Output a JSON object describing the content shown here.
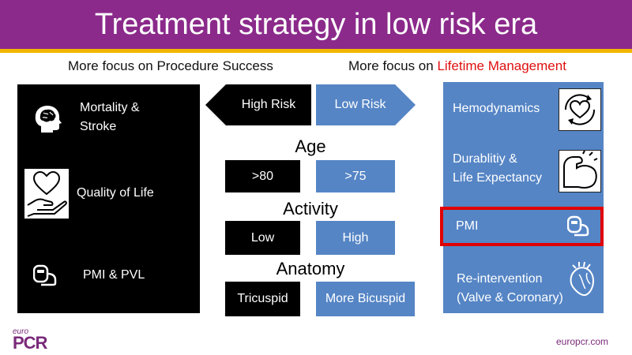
{
  "title": "Treatment strategy in low risk era",
  "colors": {
    "title_bg": "#8b2a8b",
    "accent": "#f2b700",
    "left_panel": "#000000",
    "right_panel": "#5585c5",
    "highlight": "#e00000"
  },
  "subheads": {
    "left": "More focus on Procedure Success",
    "right_prefix": "More focus on ",
    "right_highlight": "Lifetime Management"
  },
  "left_panel": {
    "items": [
      {
        "label_line1": "Mortality &",
        "label_line2": "Stroke",
        "icon": "brain-head-icon"
      },
      {
        "label": "Quality of Life",
        "icon": "heart-hand-icon"
      },
      {
        "label": "PMI & PVL",
        "icon": "pacemaker-icon"
      }
    ]
  },
  "arrows": {
    "left": "High Risk",
    "right": "Low Risk"
  },
  "rows": [
    {
      "label": "Age",
      "left": ">80",
      "right": ">75"
    },
    {
      "label": "Activity",
      "left": "Low",
      "right": "High"
    },
    {
      "label": "Anatomy",
      "left": "Tricuspid",
      "right": "More Bicuspid"
    }
  ],
  "right_panel": {
    "items": [
      {
        "label": "Hemodynamics",
        "icon": "heart-cycle-icon"
      },
      {
        "label_line1": "Durablitiy &",
        "label_line2": "Life Expectancy",
        "icon": "muscle-arm-icon"
      },
      {
        "label": "PMI",
        "icon": "pacemaker-icon"
      },
      {
        "label_line1": "Re-intervention",
        "label_line2": "(Valve & Coronary)",
        "icon": "anatomical-heart-icon"
      }
    ]
  },
  "footer": {
    "logo_small": "euro",
    "logo_main": "PCR",
    "url": "europcr.com"
  }
}
